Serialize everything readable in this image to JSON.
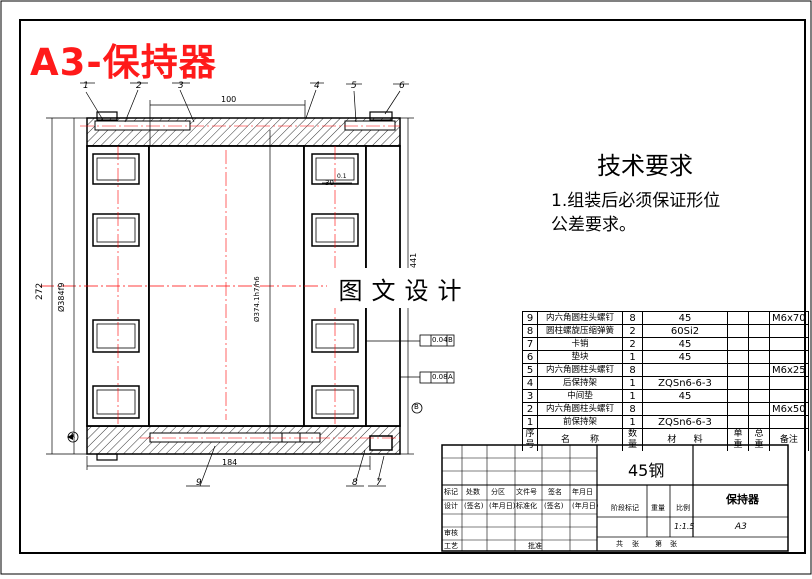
{
  "title": "A3-保持器",
  "watermark": "图文设计",
  "tech": {
    "heading": "技术要求",
    "line1": "1.组装后必须保证形位",
    "line2": "公差要求。"
  },
  "balloons": [
    "1",
    "2",
    "3",
    "4",
    "5",
    "6",
    "7",
    "8",
    "9"
  ],
  "dims": {
    "width_top": "100",
    "left_height": "272",
    "left_dia": "Ø384f9",
    "center_dia": "Ø374.1h7/h6",
    "right_dim": "441",
    "bottom_width": "184",
    "slot_w": "30",
    "slot_tol": "0.1",
    "callout1": "0.04",
    "callout1_ref": "B",
    "callout2": "0.08",
    "callout2_ref": "A",
    "datum_a": "A",
    "datum_b": "B"
  },
  "bom": {
    "rows": [
      {
        "no": "9",
        "name": "内六角圆柱头螺钉",
        "qty": "8",
        "mat": "45",
        "note": "M6x70"
      },
      {
        "no": "8",
        "name": "圆柱螺旋压缩弹簧",
        "qty": "2",
        "mat": "60Si2",
        "note": ""
      },
      {
        "no": "7",
        "name": "卡销",
        "qty": "2",
        "mat": "45",
        "note": ""
      },
      {
        "no": "6",
        "name": "垫块",
        "qty": "1",
        "mat": "45",
        "note": ""
      },
      {
        "no": "5",
        "name": "内六角圆柱头螺钉",
        "qty": "8",
        "mat": "",
        "note": "M6x25"
      },
      {
        "no": "4",
        "name": "后保持架",
        "qty": "1",
        "mat": "ZQSn6-6-3",
        "note": ""
      },
      {
        "no": "3",
        "name": "中间垫",
        "qty": "1",
        "mat": "45",
        "note": ""
      },
      {
        "no": "2",
        "name": "内六角圆柱头螺钉",
        "qty": "8",
        "mat": "",
        "note": "M6x50"
      },
      {
        "no": "1",
        "name": "前保持架",
        "qty": "1",
        "mat": "ZQSn6-6-3",
        "note": ""
      }
    ],
    "headers": [
      "序号",
      "名",
      "称",
      "数量",
      "材",
      "料",
      "单重",
      "总重",
      "备注"
    ]
  },
  "titleblock": {
    "material": "45钢",
    "part_name": "保持器",
    "scale": "1:1.5",
    "size": "A3",
    "labels": {
      "biaoji": "标记",
      "chushu": "处数",
      "fenqu": "分区",
      "wenjianhao": "文件号",
      "qianming": "签名",
      "nianyueri": "年月日",
      "sheji": "设计",
      "qianming2": "(签名)",
      "nianyueri2": "(年月日)",
      "biaozhunhua": "标准化",
      "jieduan": "阶段标记",
      "zhongliang": "重量",
      "bili": "比例",
      "shenhe": "审核",
      "gongyi": "工艺",
      "pizhun": "批准",
      "gong": "共",
      "zhang": "张",
      "di": "第",
      "zhang2": "张"
    }
  },
  "colors": {
    "title": "#ff1a1a",
    "centerline": "#ff0000",
    "ink": "#000000"
  }
}
